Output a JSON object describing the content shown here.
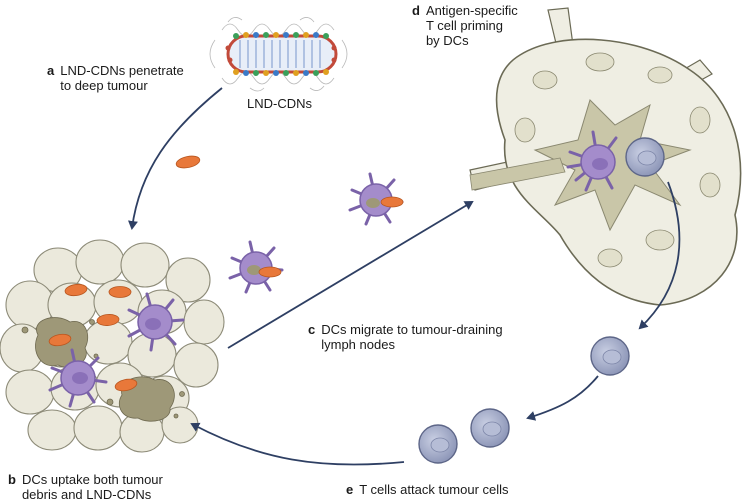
{
  "steps": [
    {
      "letter": "a",
      "text": "LND-CDNs penetrate\nto deep tumour"
    },
    {
      "letter": "b",
      "text": "DCs uptake both tumour\ndebris and LND-CDNs"
    },
    {
      "letter": "c",
      "text": "DCs migrate to tumour-draining\nlymph nodes"
    },
    {
      "letter": "d",
      "text": "Antigen-specific\nT cell priming\nby DCs"
    },
    {
      "letter": "e",
      "text": "T cells attack tumour cells"
    }
  ],
  "nanoparticle_label": "LND-CDNs",
  "colors": {
    "arrow": "#2e3f63",
    "nanoparticle": "#e8783a",
    "dendritic_cell": "#a48ccb",
    "t_cell": "#a7afcb",
    "tumour_cell": "#ebe9dc",
    "debris": "#9e9878",
    "lymph_node": "#d7d5bf",
    "lymph_node_outer": "#efeee3"
  }
}
